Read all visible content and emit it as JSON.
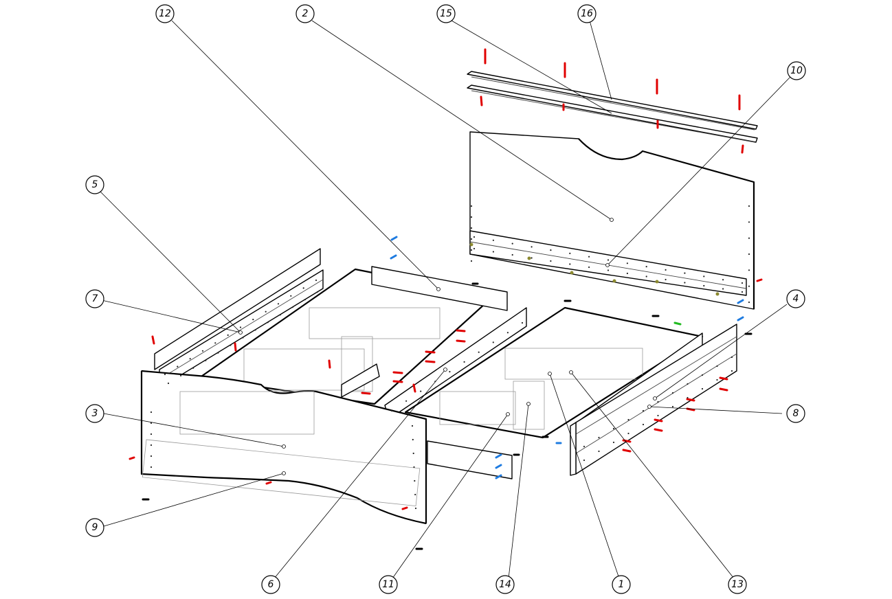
{
  "drawing": {
    "title": "Bed with drawers - exploded assembly view",
    "callouts": [
      "12",
      "2",
      "15",
      "16",
      "10",
      "5",
      "7",
      "3",
      "9",
      "4",
      "8",
      "6",
      "11",
      "14",
      "1",
      "13"
    ]
  },
  "colors": {
    "background": "#ffffff",
    "line": "#000000",
    "hardware_red": "#e00000",
    "hardware_blue": "#1e7be0",
    "hardware_olive": "#8c8a30",
    "hardware_green": "#22bb22"
  }
}
